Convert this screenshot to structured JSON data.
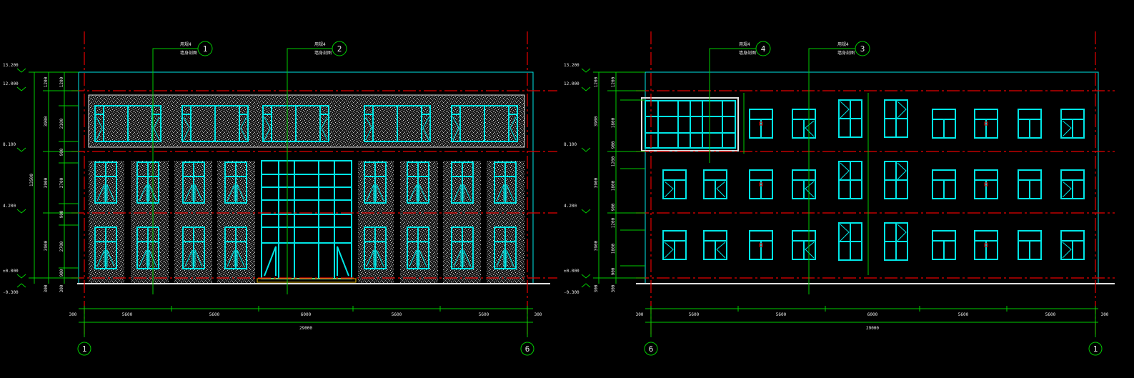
{
  "colors": {
    "background": "#000000",
    "outline": "#00e6e6",
    "window": "#00e6e6",
    "dimension": "#00cc00",
    "centerline": "#e60000",
    "text": "#e8e8e8",
    "facade_texture": "#c8c8c8",
    "entrance_step": "#e6b800"
  },
  "elevations": [
    {
      "id": "front",
      "axis_start": "1",
      "axis_end": "6",
      "callouts": [
        {
          "number": "1",
          "line1": "用规4",
          "line2": "墙身剖图"
        },
        {
          "number": "2",
          "line1": "用规4",
          "line2": "墙身剖图"
        }
      ],
      "levels": [
        "13.200",
        "12.000",
        "8.100",
        "4.200",
        "±0.000",
        "-0.300"
      ],
      "total_height": "13500",
      "vertical_dims": [
        "1200",
        "3900",
        "3900",
        "3900",
        "300"
      ],
      "vertical_dims_inner": [
        "1200",
        "2100",
        "900",
        "2700",
        "900",
        "2700",
        "900",
        "300"
      ],
      "horizontal_dims": [
        "300",
        "5600",
        "5600",
        "6000",
        "5600",
        "5600",
        "300"
      ],
      "total_width": "29000"
    },
    {
      "id": "rear",
      "axis_start": "6",
      "axis_end": "1",
      "callouts": [
        {
          "number": "4",
          "line1": "用规4",
          "line2": "墙身剖图"
        },
        {
          "number": "3",
          "line1": "用规4",
          "line2": "墙身剖图"
        }
      ],
      "levels": [
        "13.200",
        "12.000",
        "8.100",
        "4.200",
        "±0.000",
        "-0.300"
      ],
      "total_height": "",
      "vertical_dims": [
        "1200",
        "3900",
        "3900",
        "3900",
        "300"
      ],
      "vertical_dims_inner": [
        "1200",
        "1800",
        "900",
        "1200",
        "1800",
        "900",
        "1200",
        "1800",
        "900",
        "300"
      ],
      "horizontal_dims": [
        "300",
        "5600",
        "5600",
        "6000",
        "5600",
        "5600",
        "300"
      ],
      "total_width": "29000"
    }
  ]
}
